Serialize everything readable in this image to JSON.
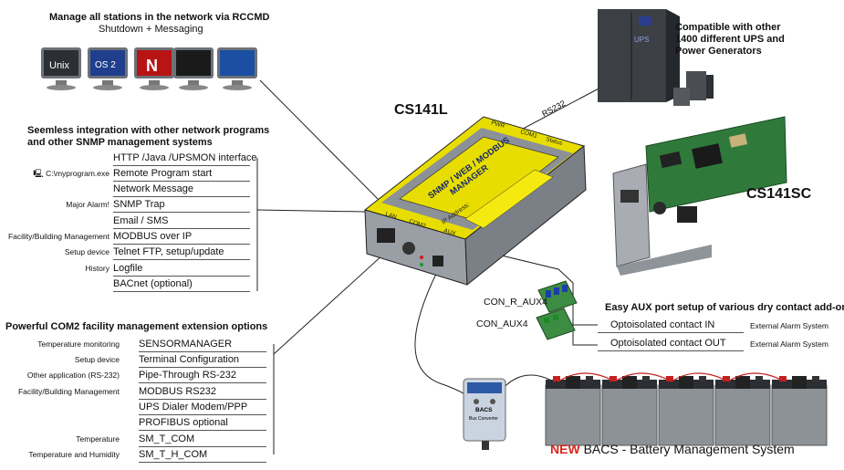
{
  "rccmd": {
    "title": "Manage all stations in the network via RCCMD",
    "subtitle": "Shutdown + Messaging",
    "os_icons": [
      "unix-icon",
      "os2-icon",
      "novell-icon",
      "mac-icon",
      "windows-icon"
    ],
    "unix_label": "Unix",
    "os2_label": "OS 2"
  },
  "ups": {
    "label": "UPS",
    "compat_lines": [
      "Compatible with other",
      "1400 different UPS and",
      "Power Generators"
    ],
    "rs232": "RS232"
  },
  "device": {
    "name": "CS141L",
    "face_lines": [
      "SNMP / WEB / MODBUS",
      "MANAGER"
    ],
    "ip": "IP Address:",
    "ports": {
      "lan": "LAN",
      "com2": "COM2",
      "aux": "AUX",
      "com1": "COM1",
      "status": "Status",
      "power": "PWR"
    }
  },
  "card": {
    "name": "CS141SC"
  },
  "snmp": {
    "title_lines": [
      "Seemless integration with other network programs",
      "and other SNMP management systems"
    ],
    "rows": [
      {
        "left": "",
        "right": "HTTP /Java /UPSMON interface"
      },
      {
        "left": "C:\\myprogram.exe",
        "right": "Remote Program start"
      },
      {
        "left": "",
        "right": "Network Message"
      },
      {
        "left": "Major Alarm!",
        "right": "SNMP Trap"
      },
      {
        "left": "",
        "right": "Email / SMS"
      },
      {
        "left": "Facility/Building Management",
        "right": "MODBUS over IP"
      },
      {
        "left": "Setup device",
        "right": "Telnet FTP, setup/update"
      },
      {
        "left": "History",
        "right": "Logfile"
      },
      {
        "left": "",
        "right": "BACnet (optional)"
      }
    ]
  },
  "com2": {
    "title": "Powerful COM2 facility management extension options",
    "rows": [
      {
        "left": "Temperature monitoring",
        "right": "SENSORMANAGER"
      },
      {
        "left": "Setup device",
        "right": "Terminal Configuration"
      },
      {
        "left": "Other application (RS-232)",
        "right": "Pipe-Through RS-232"
      },
      {
        "left": "Facility/Building Management",
        "right": "MODBUS RS232"
      },
      {
        "left": "",
        "right": "UPS Dialer Modem/PPP"
      },
      {
        "left": "",
        "right": "PROFIBUS optional"
      },
      {
        "left": "Temperature",
        "right": "SM_T_COM"
      },
      {
        "left": "Temperature and Humidity",
        "right": "SM_T_H_COM"
      }
    ]
  },
  "aux": {
    "title": "Easy AUX port setup of various dry contact add-ons",
    "boards": [
      "CON_R_AUX4",
      "CON_AUX4"
    ],
    "rows": [
      {
        "right": "Optoisolated contact IN",
        "note": "External Alarm System"
      },
      {
        "right": "Optoisolated contact OUT",
        "note": "External Alarm System"
      }
    ]
  },
  "bacs": {
    "new": "NEW",
    "title": "BACS - Battery Management System",
    "box_lines": [
      "BACS",
      "Bus Converter"
    ]
  },
  "colors": {
    "accent_yellow": "#f2e600",
    "new_red": "#d8261e",
    "device_grey": "#8a8f96"
  }
}
